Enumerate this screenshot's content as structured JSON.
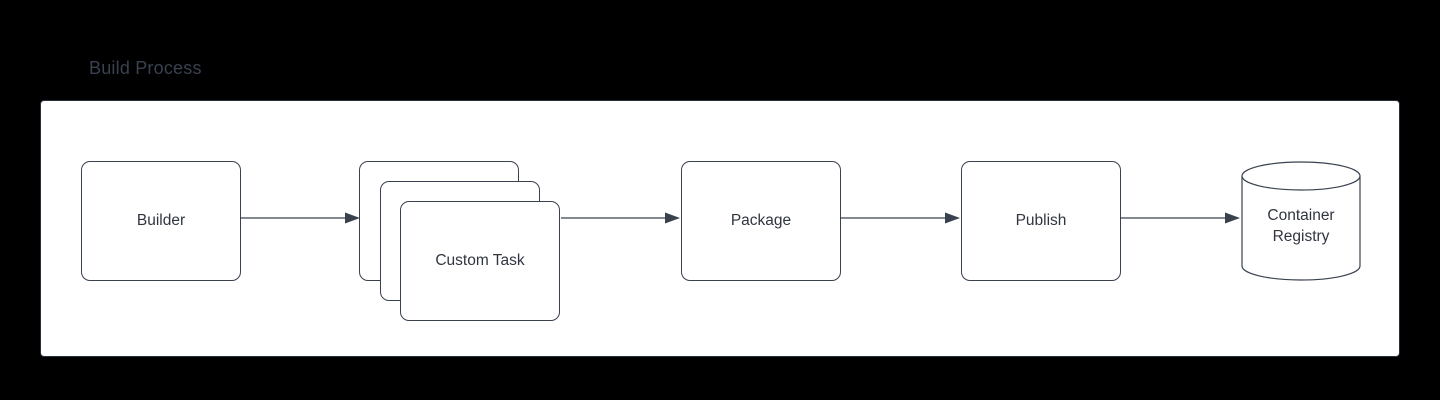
{
  "diagram": {
    "title": "Build Process",
    "title_color": "#39414f",
    "background_color": "#000000",
    "container_background": "#ffffff",
    "stroke_color": "#39414f",
    "text_color": "#303540",
    "nodes": [
      {
        "id": "builder",
        "label": "Builder",
        "shape": "rounded-rect"
      },
      {
        "id": "custom-task",
        "label": "Custom Task",
        "shape": "stacked-rounded-rect",
        "stack_count": 3
      },
      {
        "id": "package",
        "label": "Package",
        "shape": "rounded-rect"
      },
      {
        "id": "publish",
        "label": "Publish",
        "shape": "rounded-rect"
      },
      {
        "id": "container-registry",
        "label_line1": "Container",
        "label_line2": "Registry",
        "shape": "cylinder"
      }
    ],
    "connectors": [
      {
        "id": "builder-to-task",
        "from": "builder",
        "to": "custom-task",
        "arrowhead": "filled-triangle"
      },
      {
        "id": "task-to-package",
        "from": "custom-task",
        "to": "package",
        "arrowhead": "filled-triangle"
      },
      {
        "id": "package-to-publish",
        "from": "package",
        "to": "publish",
        "arrowhead": "filled-triangle"
      },
      {
        "id": "publish-to-registry",
        "from": "publish",
        "to": "container-registry",
        "arrowhead": "filled-triangle"
      }
    ]
  }
}
